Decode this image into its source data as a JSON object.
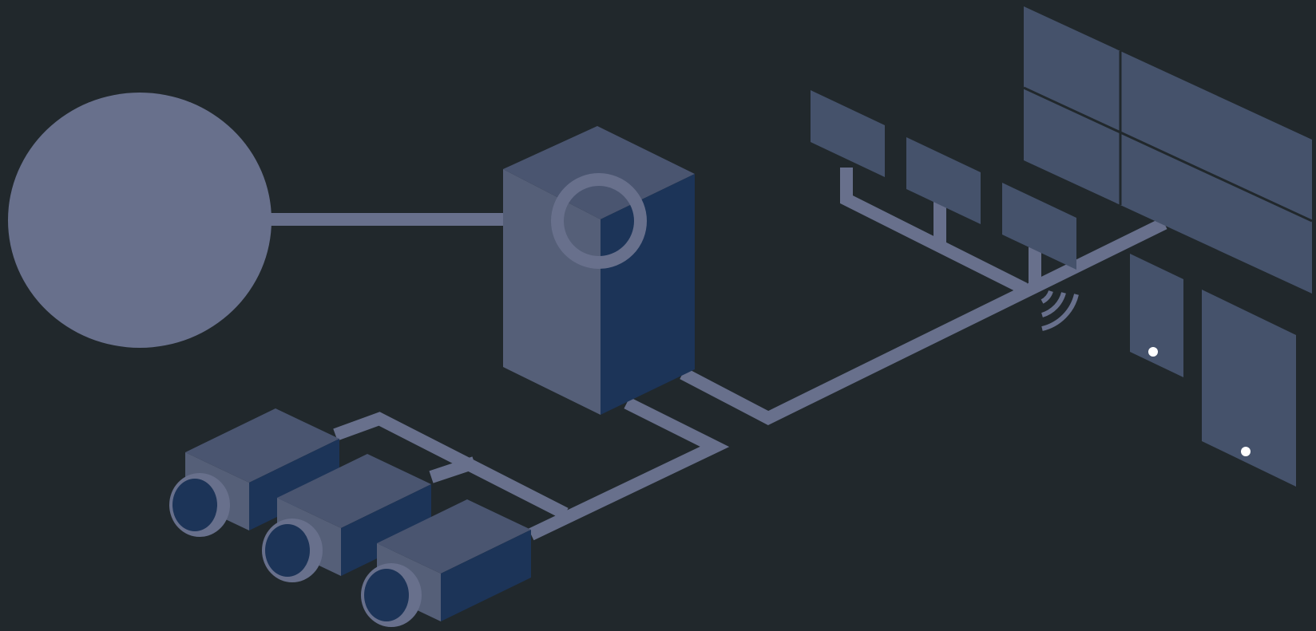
{
  "diagram": {
    "colors": {
      "background": "#21282c",
      "primary": "#68708c",
      "light": "#555f78",
      "mid": "#4a5570",
      "dark": "#1c3458",
      "screen": "#45526b",
      "indicator": "#ffffff"
    },
    "nodes": [
      {
        "id": "cloud",
        "icon": "circle-node-icon"
      },
      {
        "id": "server",
        "icon": "server-tower-icon"
      },
      {
        "id": "camera-1",
        "icon": "camera-icon"
      },
      {
        "id": "camera-2",
        "icon": "camera-icon"
      },
      {
        "id": "camera-3",
        "icon": "camera-icon"
      },
      {
        "id": "monitor-1",
        "icon": "monitor-icon"
      },
      {
        "id": "monitor-2",
        "icon": "monitor-icon"
      },
      {
        "id": "monitor-3",
        "icon": "monitor-icon"
      },
      {
        "id": "video-wall",
        "icon": "video-wall-icon"
      },
      {
        "id": "tablet",
        "icon": "tablet-icon"
      },
      {
        "id": "phone",
        "icon": "phone-icon"
      },
      {
        "id": "wireless",
        "icon": "wifi-icon"
      }
    ]
  }
}
